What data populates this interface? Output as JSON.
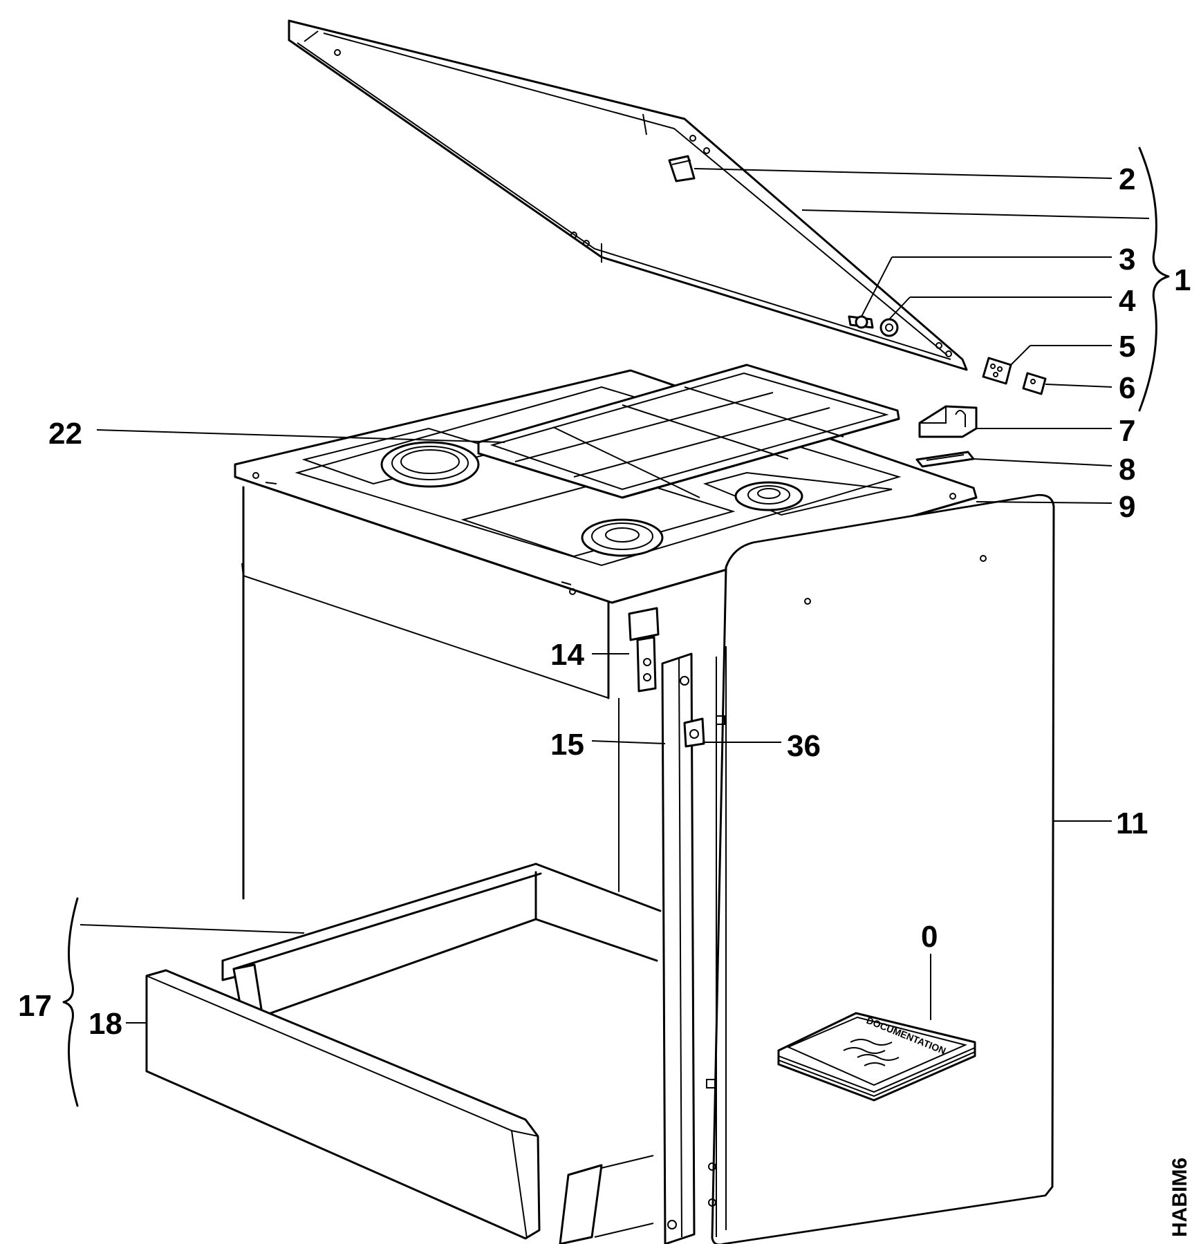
{
  "callouts": {
    "c0": "0",
    "c1": "1",
    "c2": "2",
    "c3": "3",
    "c4": "4",
    "c5": "5",
    "c6": "6",
    "c7": "7",
    "c8": "8",
    "c9": "9",
    "c11": "11",
    "c14": "14",
    "c15": "15",
    "c17": "17",
    "c18": "18",
    "c22": "22",
    "c36": "36"
  },
  "booklet_title": "DOCUMENTATION",
  "drawing_code": "HABIM6"
}
